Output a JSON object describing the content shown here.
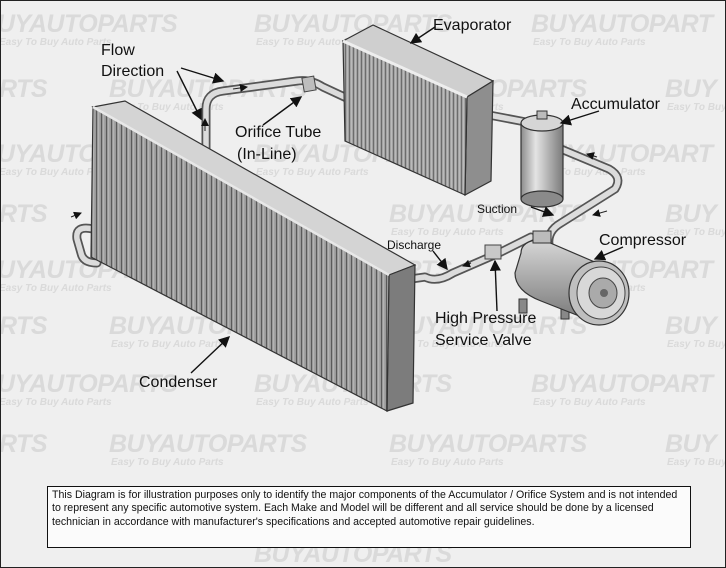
{
  "labels": {
    "flow_line1": "Flow",
    "flow_line2": "Direction",
    "evaporator": "Evaporator",
    "accumulator": "Accumulator",
    "orifice_line1": "Orifice Tube",
    "orifice_line2": "(In-Line)",
    "suction": "Suction",
    "discharge": "Discharge",
    "compressor": "Compressor",
    "hpsv_line1": "High Pressure",
    "hpsv_line2": "Service Valve",
    "condenser": "Condenser"
  },
  "watermark": {
    "brand": "BUYAUTOPARTS",
    "brand_partial_right": "BUYAUTOPART",
    "brand_partial_left": "UYAUTOPARTS",
    "brand_tail": "RTS",
    "brand_stub": "BUY",
    "tagline": "Easy To Buy Auto Parts"
  },
  "disclaimer": "This Diagram is for illustration purposes only to identify the major components of the Accumulator / Orifice System and is not intended to represent any specific automotive system.  Each Make and Model will be different and all service should be done by a licensed technician in accordance with manufacturer's specifications and accepted automotive repair guidelines."
}
